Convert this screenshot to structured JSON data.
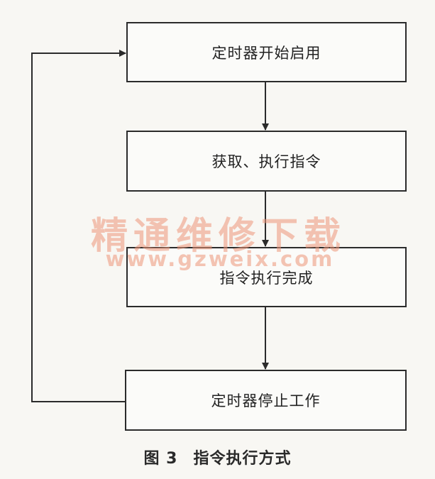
{
  "flowchart": {
    "steps": [
      "定时器开始启用",
      "获取、执行指令",
      "指令执行完成",
      "定时器停止工作"
    ]
  },
  "watermark": {
    "text": "精通维修下载",
    "url": "www.gzweix.com"
  },
  "caption": {
    "label": "图 3",
    "title": "指令执行方式"
  },
  "colors": {
    "line": "#2b2b2b",
    "watermark": "#ec9678"
  }
}
